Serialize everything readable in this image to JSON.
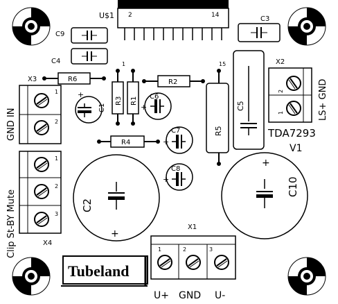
{
  "chip": {
    "ref": "U$1",
    "pin_first": "2",
    "pin_last": "14",
    "name": "TDA7293",
    "version": "V1",
    "pin_1": "1",
    "pin_15": "15"
  },
  "connectors": {
    "x1": {
      "ref": "X1",
      "pins": [
        "1",
        "2",
        "3"
      ],
      "labels": [
        "U+",
        "GND",
        "U-"
      ]
    },
    "x2": {
      "ref": "X2",
      "pins": [
        "2",
        "1"
      ],
      "label": "LS+ GND"
    },
    "x3": {
      "ref": "X3",
      "pins": [
        "1",
        "2"
      ],
      "label": "GND IN"
    },
    "x4": {
      "ref": "X4",
      "pins": [
        "1",
        "2",
        "3"
      ],
      "label": "Clip St-BY Mute"
    }
  },
  "components": {
    "c1": "C1",
    "c2": "C2",
    "c3": "C3",
    "c4": "C4",
    "c5": "C5",
    "c6": "C6",
    "c7": "C7",
    "c8": "C8",
    "c9": "C9",
    "c10": "C10",
    "r1": "R1",
    "r2": "R2",
    "r3": "R3",
    "r4": "R4",
    "r5": "R5",
    "r6": "R6"
  },
  "markings": {
    "plus": "+",
    "minus": "-"
  },
  "logo": "Tubeland"
}
